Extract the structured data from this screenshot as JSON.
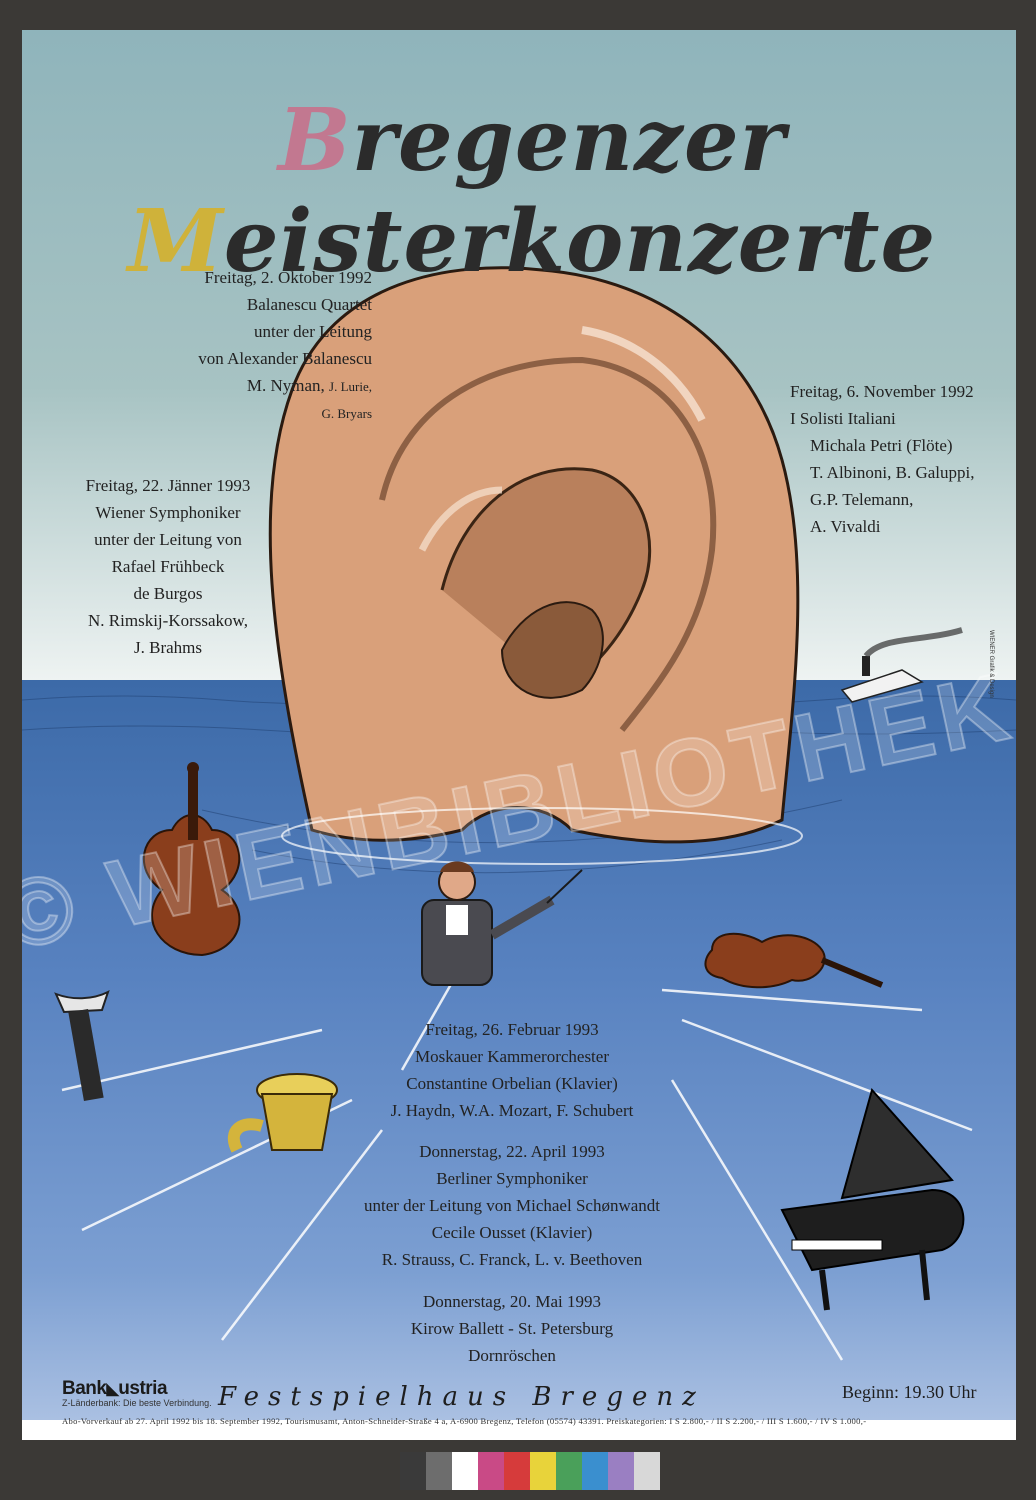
{
  "title": {
    "cap1": "B",
    "part1": "regenzer ",
    "cap2": "M",
    "part2": "eisterkonzerte"
  },
  "concerts": {
    "c1": {
      "date": "Freitag, 2. Oktober 1992",
      "l1": "Balanescu Quartet",
      "l2": "unter der Leitung",
      "l3": "von Alexander Balanescu",
      "l4a": "M. Nyman,",
      "l4b": "J. Lurie,",
      "l5": "G. Bryars"
    },
    "c2": {
      "date": "Freitag, 22. Jänner 1993",
      "l1": "Wiener Symphoniker",
      "l2": "unter der Leitung von",
      "l3": "Rafael Frühbeck",
      "l4": "de Burgos",
      "l5": "N. Rimskij-Korssakow,",
      "l6": "J. Brahms"
    },
    "c3": {
      "date": "Freitag, 6. November 1992",
      "l1": "I Solisti Italiani",
      "l2": "Michala Petri (Flöte)",
      "l3": "T. Albinoni, B. Galuppi,",
      "l4": "G.P. Telemann,",
      "l5": "A. Vivaldi"
    },
    "c4": {
      "date": "Freitag, 26. Februar 1993",
      "l1": "Moskauer Kammerorchester",
      "l2": "Constantine Orbelian (Klavier)",
      "l3": "J. Haydn, W.A. Mozart, F. Schubert"
    },
    "c5": {
      "date": "Donnerstag, 22. April 1993",
      "l1": "Berliner Symphoniker",
      "l2": "unter der Leitung von Michael Schønwandt",
      "l3": "Cecile Ousset (Klavier)",
      "l4": "R. Strauss, C. Franck, L. v. Beethoven"
    },
    "c6": {
      "date": "Donnerstag, 20. Mai 1993",
      "l1": "Kirow Ballett - St. Petersburg",
      "l2": "Dornröschen"
    }
  },
  "logo": {
    "name_a": "Bank",
    "name_b": "ustria",
    "tagline": "Z-Länderbank: Die beste Verbindung."
  },
  "venue": "Festspielhaus Bregenz",
  "begin": "Beginn: 19.30 Uhr",
  "footer": "Abo-Vorverkauf ab 27. April 1992 bis 18. September 1992, Tourismusamt, Anton-Schneider-Straße 4 a, A-6900 Bregenz, Telefon (05574) 43391. Preiskategorien: I S 2.800,- / II S 2.200,- / III S 1.600,- / IV S 1.000,-",
  "credit": "WIENER Grafik & Design",
  "watermark": "© WIENBIBLIOTHEK VORARLBERG",
  "colors": {
    "sky": "#a7c3c3",
    "sea": "#4f7bbb",
    "ear": "#d9a07a",
    "brass": "#d4b43c",
    "wood": "#8a3e1c"
  },
  "colorbar": [
    "#3a3a3a",
    "#6d6d6d",
    "#ffffff",
    "#c94a86",
    "#d63b3b",
    "#e8d33a",
    "#4aa05a",
    "#3a8fcf",
    "#9a7fc2",
    "#d8d8d8"
  ]
}
